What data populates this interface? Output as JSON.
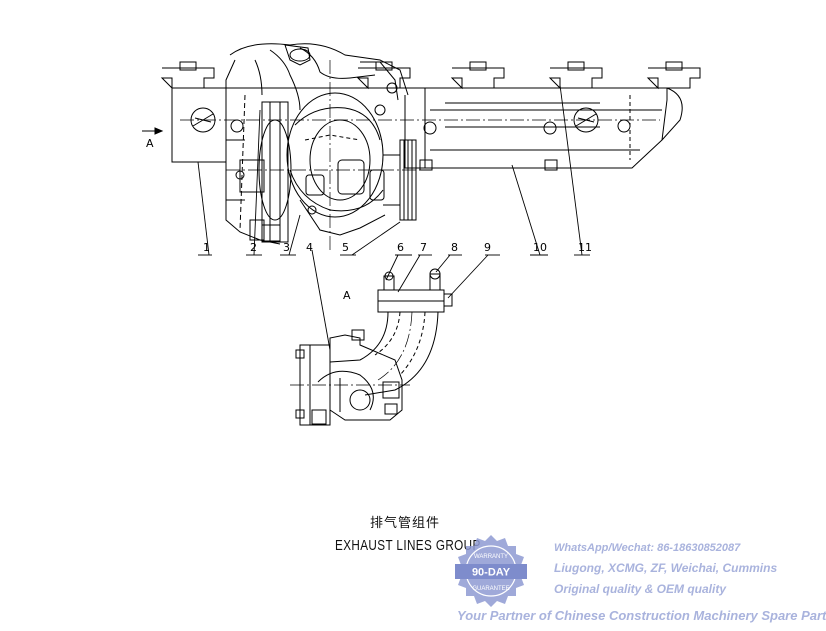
{
  "diagram": {
    "part_numbers": [
      "1",
      "2",
      "3",
      "4",
      "5",
      "6",
      "7",
      "8",
      "9",
      "10",
      "11"
    ],
    "view_label_arrow": "A",
    "view_label_section": "A"
  },
  "caption": {
    "title_cn": "排气管组件",
    "title_en": "EXHAUST LINES GROUP"
  },
  "watermark": {
    "badge_top": "WARRANTY",
    "badge_mid": "90-DAY",
    "badge_bottom": "GUARANTEE",
    "line1": "WhatsApp/Wechat: 86-18630852087",
    "line2": "Liugong, XCMG, ZF, Weichai, Cummins",
    "line3": "Original quality & OEM quality",
    "line4": "Your Partner of Chinese Construction Machinery Spare Parts",
    "color": "#a9b3dd",
    "badge_color": "#8e9ad2"
  }
}
